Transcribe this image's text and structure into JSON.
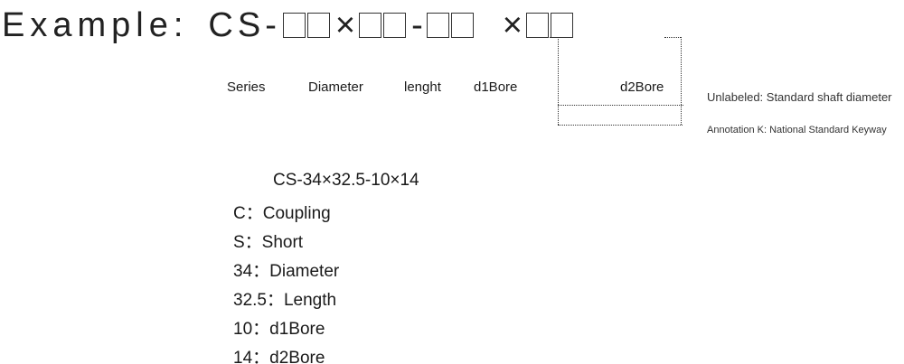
{
  "header": {
    "prefix": "Example:",
    "code": "CS-",
    "times": "×",
    "dash": "-"
  },
  "labels": {
    "series": "Series",
    "diameter": "Diameter",
    "length": "lenght",
    "d1": "d1Bore",
    "d2": "d2Bore"
  },
  "notes": {
    "unlabeled": "Unlabeled: Standard shaft diameter",
    "annotation": "Annotation K: National Standard Keyway"
  },
  "example": {
    "code": "CS-34×32.5-10×14",
    "items": [
      "C：Coupling",
      "S：Short",
      "34：Diameter",
      "32.5：Length",
      "10：d1Bore",
      "14：d2Bore"
    ]
  }
}
